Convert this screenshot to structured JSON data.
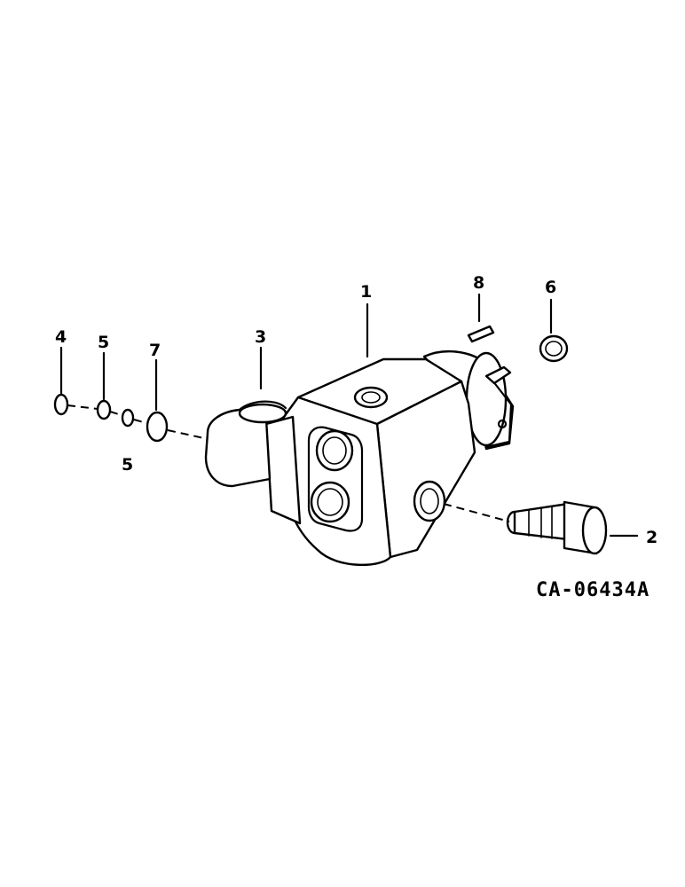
{
  "diagram": {
    "reference_code": "CA-06434A",
    "callouts": [
      {
        "id": "callout-1",
        "label": "1"
      },
      {
        "id": "callout-2",
        "label": "2"
      },
      {
        "id": "callout-3",
        "label": "3"
      },
      {
        "id": "callout-4",
        "label": "4"
      },
      {
        "id": "callout-5a",
        "label": "5"
      },
      {
        "id": "callout-5b",
        "label": "5"
      },
      {
        "id": "callout-6",
        "label": "6"
      },
      {
        "id": "callout-7",
        "label": "7"
      },
      {
        "id": "callout-8",
        "label": "8"
      }
    ]
  }
}
